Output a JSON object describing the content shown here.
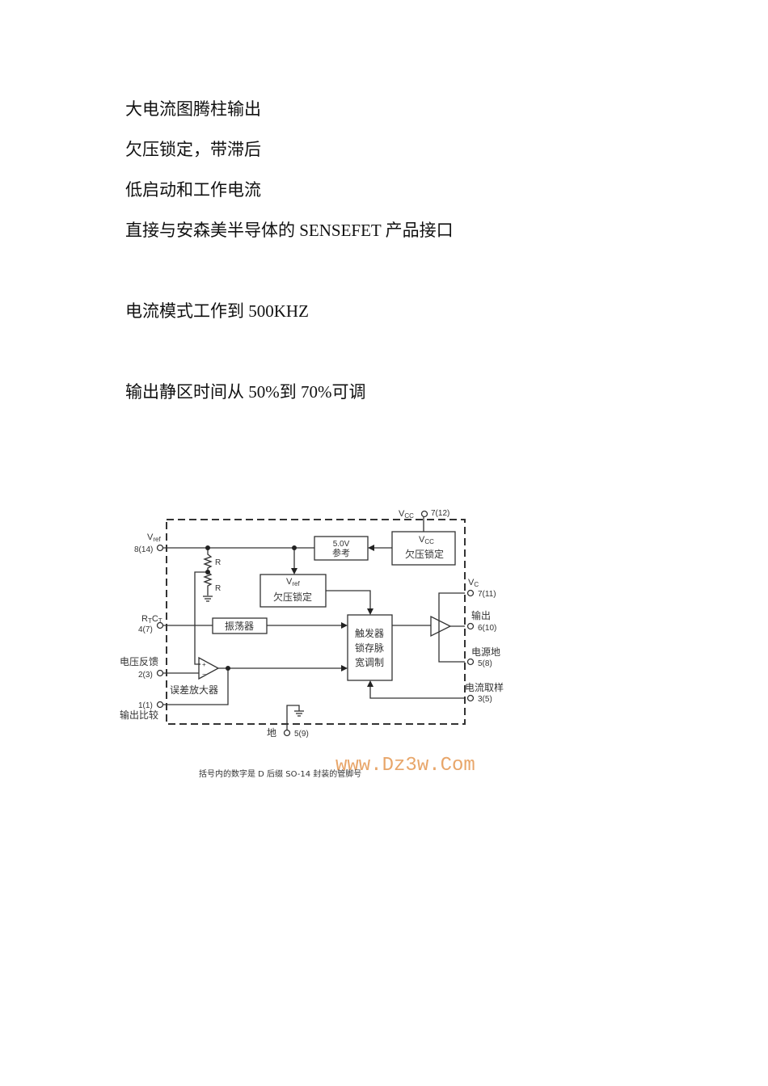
{
  "text_lines": [
    "大电流图腾柱输出",
    "欠压锁定，带滞后",
    "低启动和工作电流",
    "直接与安森美半导体的 SENSEFET 产品接口",
    "电流模式工作到 500KHZ",
    "输出静区时间从 50%到 70%可调"
  ],
  "diagram": {
    "pins": {
      "vcc": {
        "label": "V",
        "sub": "CC",
        "num": "7(12)"
      },
      "vref": {
        "label": "V",
        "sub": "ref",
        "num": "8(14)"
      },
      "rtct": {
        "label": "R",
        "sub1": "T",
        "mid": "C",
        "sub2": "T",
        "num": "4(7)"
      },
      "vfb": {
        "label": "电压反馈",
        "num": "2(3)"
      },
      "comp": {
        "label": "输出比较",
        "num": "1(1)"
      },
      "vc": {
        "label": "V",
        "sub": "C",
        "num": "7(11)"
      },
      "output": {
        "label": "输出",
        "num": "6(10)"
      },
      "pgnd": {
        "label": "电源地",
        "num": "5(8)"
      },
      "isense": {
        "label": "电流取样",
        "num": "3(5)"
      },
      "gnd": {
        "label": "地",
        "num": "5(9)"
      }
    },
    "blocks": {
      "ref": {
        "line1": "5.0V",
        "line2": "参考"
      },
      "vcc_uvlo": {
        "line1_main": "V",
        "line1_sub": "CC",
        "line2": "欠压锁定"
      },
      "vref_uvlo": {
        "line1_main": "V",
        "line1_sub": "ref",
        "line2": "欠压锁定"
      },
      "oscillator": {
        "label": "振荡器"
      },
      "latch": {
        "line1": "触发器",
        "line2": "锁存脉",
        "line3": "宽调制"
      },
      "error_amp": {
        "label": "误差放大器",
        "plus": "+",
        "minus": "−"
      }
    },
    "resistors": [
      "R",
      "R"
    ],
    "caption": "括号内的数字是 D 后缀 SO-14 封装的管脚号",
    "watermark": "www.Dz3w.Com"
  }
}
